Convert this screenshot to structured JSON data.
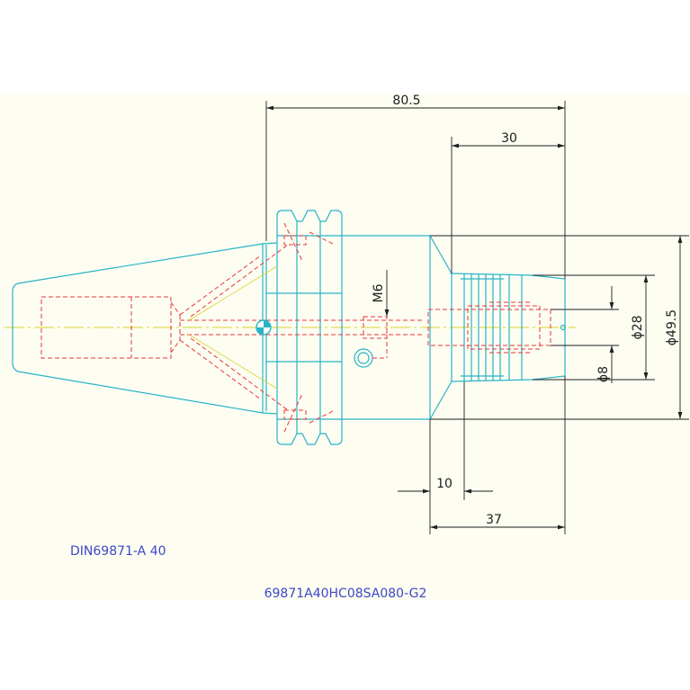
{
  "colors": {
    "sheet": "#fdfdf2",
    "outline": "#28b4c8",
    "hidden": "#e83838",
    "centerline": "#d8d22c",
    "dimension": "#202020",
    "text_blue": "#3c48c8"
  },
  "dimensions": {
    "overall_length": "80.5",
    "front_length": "30",
    "thread": "M6",
    "bore_dia": "ϕ28",
    "outer_dia": "ϕ49.5",
    "clamp_dia": "ϕ8",
    "recess": "10",
    "depth": "37"
  },
  "labels": {
    "standard": "DIN69871-A 40",
    "part_number": "69871A40HC08SA080-G2"
  }
}
